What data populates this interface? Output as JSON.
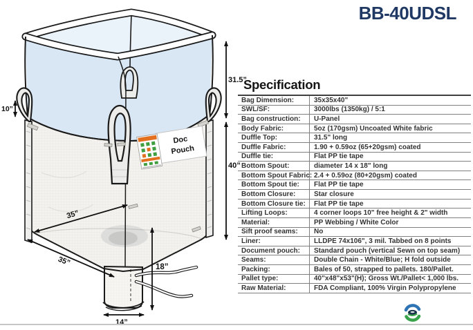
{
  "page": {
    "title": "BB-40UDSL"
  },
  "colors": {
    "title_navy": "#1f3864",
    "duffle_blue": "#d9e7f4",
    "table_border": "#7f7f7f"
  },
  "drawing": {
    "doc_pouch": {
      "line1": "Doc",
      "line2": "Pouch"
    },
    "dimensions": {
      "loop_height": "10”",
      "duffle_top_length": "31.5”",
      "bag_height": "40”",
      "top_width": "35”",
      "base_width": "35”",
      "spout_length": "18”",
      "spout_diameter": "14”"
    }
  },
  "spec": {
    "heading": "Specification",
    "rows": [
      {
        "label": "Bag Dimension:",
        "value": "35x35x40\""
      },
      {
        "label": "SWL/SF:",
        "value": "3000lbs (1350kg) / 5:1"
      },
      {
        "label": "Bag construction:",
        "value": "U-Panel"
      },
      {
        "label": "Body Fabric:",
        "value": "5oz (170gsm) Uncoated White fabric"
      },
      {
        "label": "Duffle Top:",
        "value": "31.5\" long"
      },
      {
        "label": "Duffle Fabric:",
        "value": "1.90 + 0.59oz (65+20gsm) coated"
      },
      {
        "label": "Duffle tie:",
        "value": "Flat PP tie tape"
      },
      {
        "label": "Bottom Spout:",
        "value": "diameter 14 x 18\" long"
      },
      {
        "label": "Bottom Spout Fabric:",
        "value": "2.4 + 0.59oz (80+20gsm) coated"
      },
      {
        "label": "Bottom Spout tie:",
        "value": "Flat PP tie tape"
      },
      {
        "label": "Bottom Closure:",
        "value": "Star closure"
      },
      {
        "label": "Bottom Closure tie:",
        "value": "Flat PP tie tape"
      },
      {
        "label": "Lifting Loops:",
        "value": "4 corner loops 10\" free height & 2\" width"
      },
      {
        "label": "Material:",
        "value": "PP Webbing / White Color"
      },
      {
        "label": "Sift proof seams:",
        "value": "No"
      },
      {
        "label": "Liner:",
        "value": "LLDPE 74x106\", 3 mil. Tabbed on 8 points"
      },
      {
        "label": "Document pouch:",
        "value": "Standard pouch (vertical Sewn on top seam)"
      },
      {
        "label": "Seams:",
        "value": "Double Chain - White/Blue; H fold outside"
      },
      {
        "label": "Packing:",
        "value": "Bales of 50, strapped to pallets. 180/Pallet."
      },
      {
        "label": "Pallet type:",
        "value": "40\"x48\"x53\"(H); Gross Wt./Pallet< 1,000 lbs."
      },
      {
        "label": "Raw Material:",
        "value": "FDA Compliant, 100% Virgin Polypropylene"
      }
    ]
  }
}
